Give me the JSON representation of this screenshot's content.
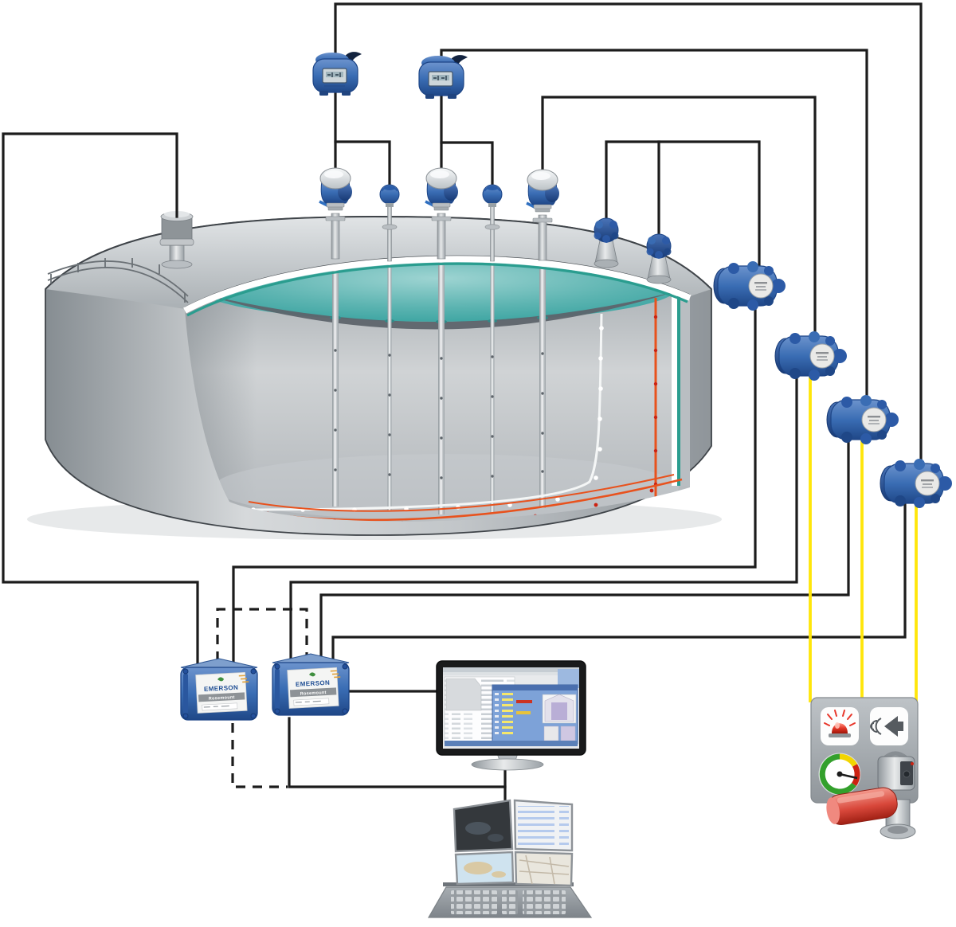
{
  "colors": {
    "wire_black": "#1c1c1c",
    "wire_yellow": "#ffe60a",
    "device_blue": "#3a6db4",
    "device_blue_dark": "#24509c",
    "liquid_teal": "#44a8a5",
    "liquid_teal_light": "#9ed4d2",
    "tank_gray": "#c3c7ca",
    "heater_orange": "#e8521d",
    "heater_dot_red": "#cc2212",
    "alarm_red": "#e8362a",
    "panel_gray": "#a9aeb3",
    "emerson_blue": "#1f4e94"
  },
  "gateways": {
    "g1": {
      "brand": "EMERSON",
      "model": "Rosemount"
    },
    "g2": {
      "brand": "EMERSON",
      "model": "Rosemount"
    }
  }
}
